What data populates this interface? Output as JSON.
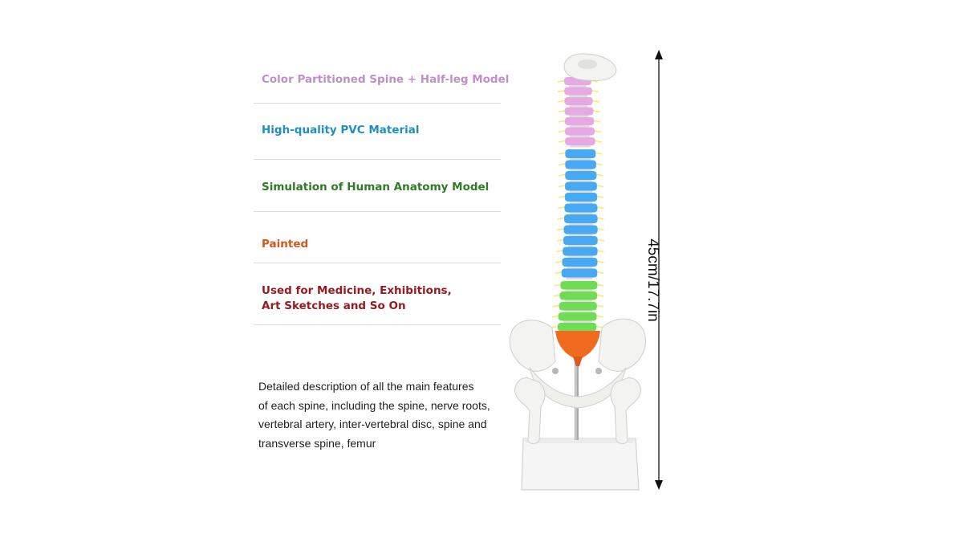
{
  "features": [
    {
      "text": "Color Partitioned Spine + Half-leg Model",
      "color": "#c08fc8"
    },
    {
      "text": "High-quality PVC Material",
      "color": "#1f8fc0"
    },
    {
      "text": "Simulation of Human Anatomy Model",
      "color": "#2f7a24"
    },
    {
      "text": "Painted",
      "color": "#d0581c"
    },
    {
      "text": "Used for Medicine, Exhibitions,",
      "color": "#961a1e"
    },
    {
      "text": "Art Sketches and So On",
      "color": "#961a1e"
    }
  ],
  "description": [
    "Detailed description of all the main features",
    "of each spine, including the spine, nerve roots,",
    "vertebral artery, inter-vertebral disc, spine and",
    "transverse spine, femur"
  ],
  "dimension": {
    "label": "45cm/17.7in"
  },
  "segment_colors": {
    "cervical": "#e7a9e3",
    "thoracic": "#47a9f2",
    "lumbar": "#6fdc54",
    "sacrum": "#f06a20",
    "nerve": "#f2ec6a",
    "bone": "#f3f3f1",
    "base": "#f5f5f5"
  }
}
